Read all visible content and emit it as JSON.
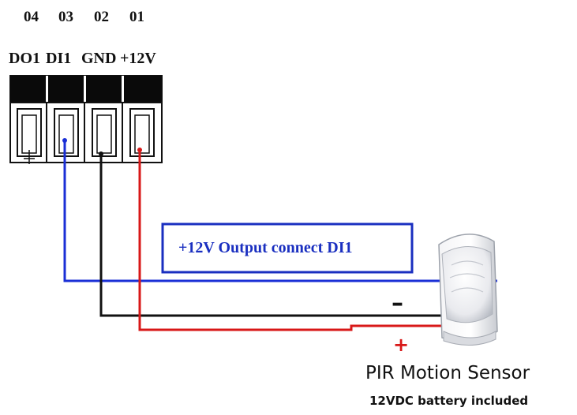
{
  "terminal": {
    "pins": [
      {
        "number": "04",
        "label": "DO1"
      },
      {
        "number": "03",
        "label": "DI1"
      },
      {
        "number": "02",
        "label": "GND"
      },
      {
        "number": "01",
        "label": "+12V"
      }
    ]
  },
  "note": {
    "text": "+12V Output connect DI1"
  },
  "sensor": {
    "title": "PIR Motion Sensor",
    "subtitle": "12VDC battery included",
    "minus_sign": "–",
    "plus_sign": "+"
  },
  "colors": {
    "wire_di1": "#1a2fd6",
    "wire_gnd": "#111111",
    "wire_12v": "#d81818",
    "note_border": "#1a2fc0"
  }
}
